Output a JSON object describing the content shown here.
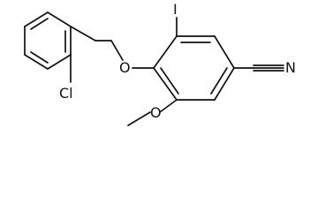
{
  "molecule": {
    "atom_labels": {
      "chlorine": "Cl",
      "iodine": "I",
      "ether_oxygen": "O",
      "methoxy_oxygen": "O",
      "nitrile_nitrogen": "N"
    }
  }
}
